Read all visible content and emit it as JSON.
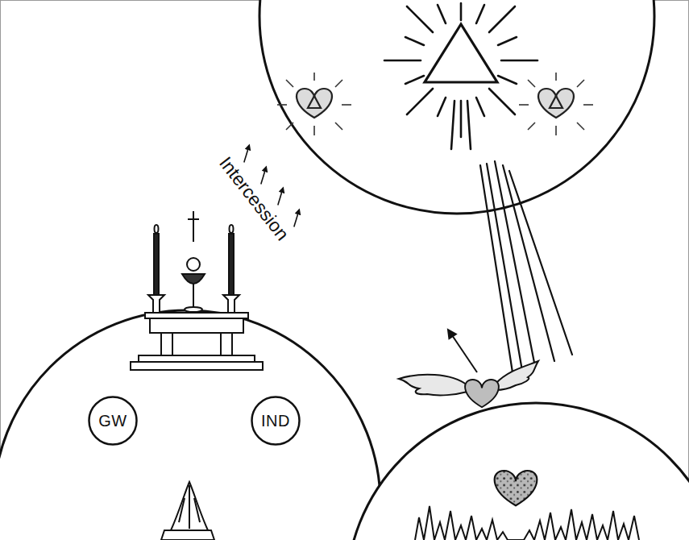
{
  "diagram": {
    "nodes": [
      {
        "text": [
          "GW"
        ]
      },
      {
        "text": [
          "IND"
        ]
      }
    ],
    "labels": [
      "Intercession"
    ]
  }
}
